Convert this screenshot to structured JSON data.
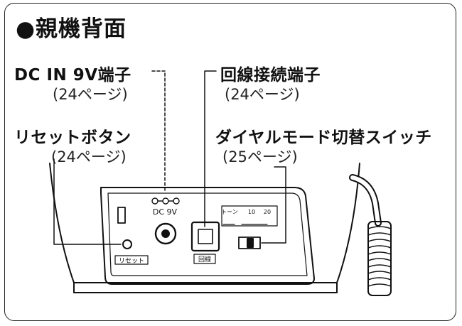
{
  "title": "●親機背面",
  "callouts": {
    "dc_in": {
      "label": "DC IN 9V端子",
      "page": "(24ページ)"
    },
    "line": {
      "label": "回線接続端子",
      "page": "(24ページ)"
    },
    "reset": {
      "label": "リセットボタン",
      "page": "(24ページ)"
    },
    "dial_mode": {
      "label": "ダイヤルモード切替スイッチ",
      "page": "(25ページ)"
    }
  },
  "panel": {
    "dc_label": "DC 9V",
    "reset_tag": "リセット",
    "line_tag": "回線",
    "switch_label_left": "トーン",
    "switch_label_mid": "10",
    "switch_label_right": "20"
  }
}
